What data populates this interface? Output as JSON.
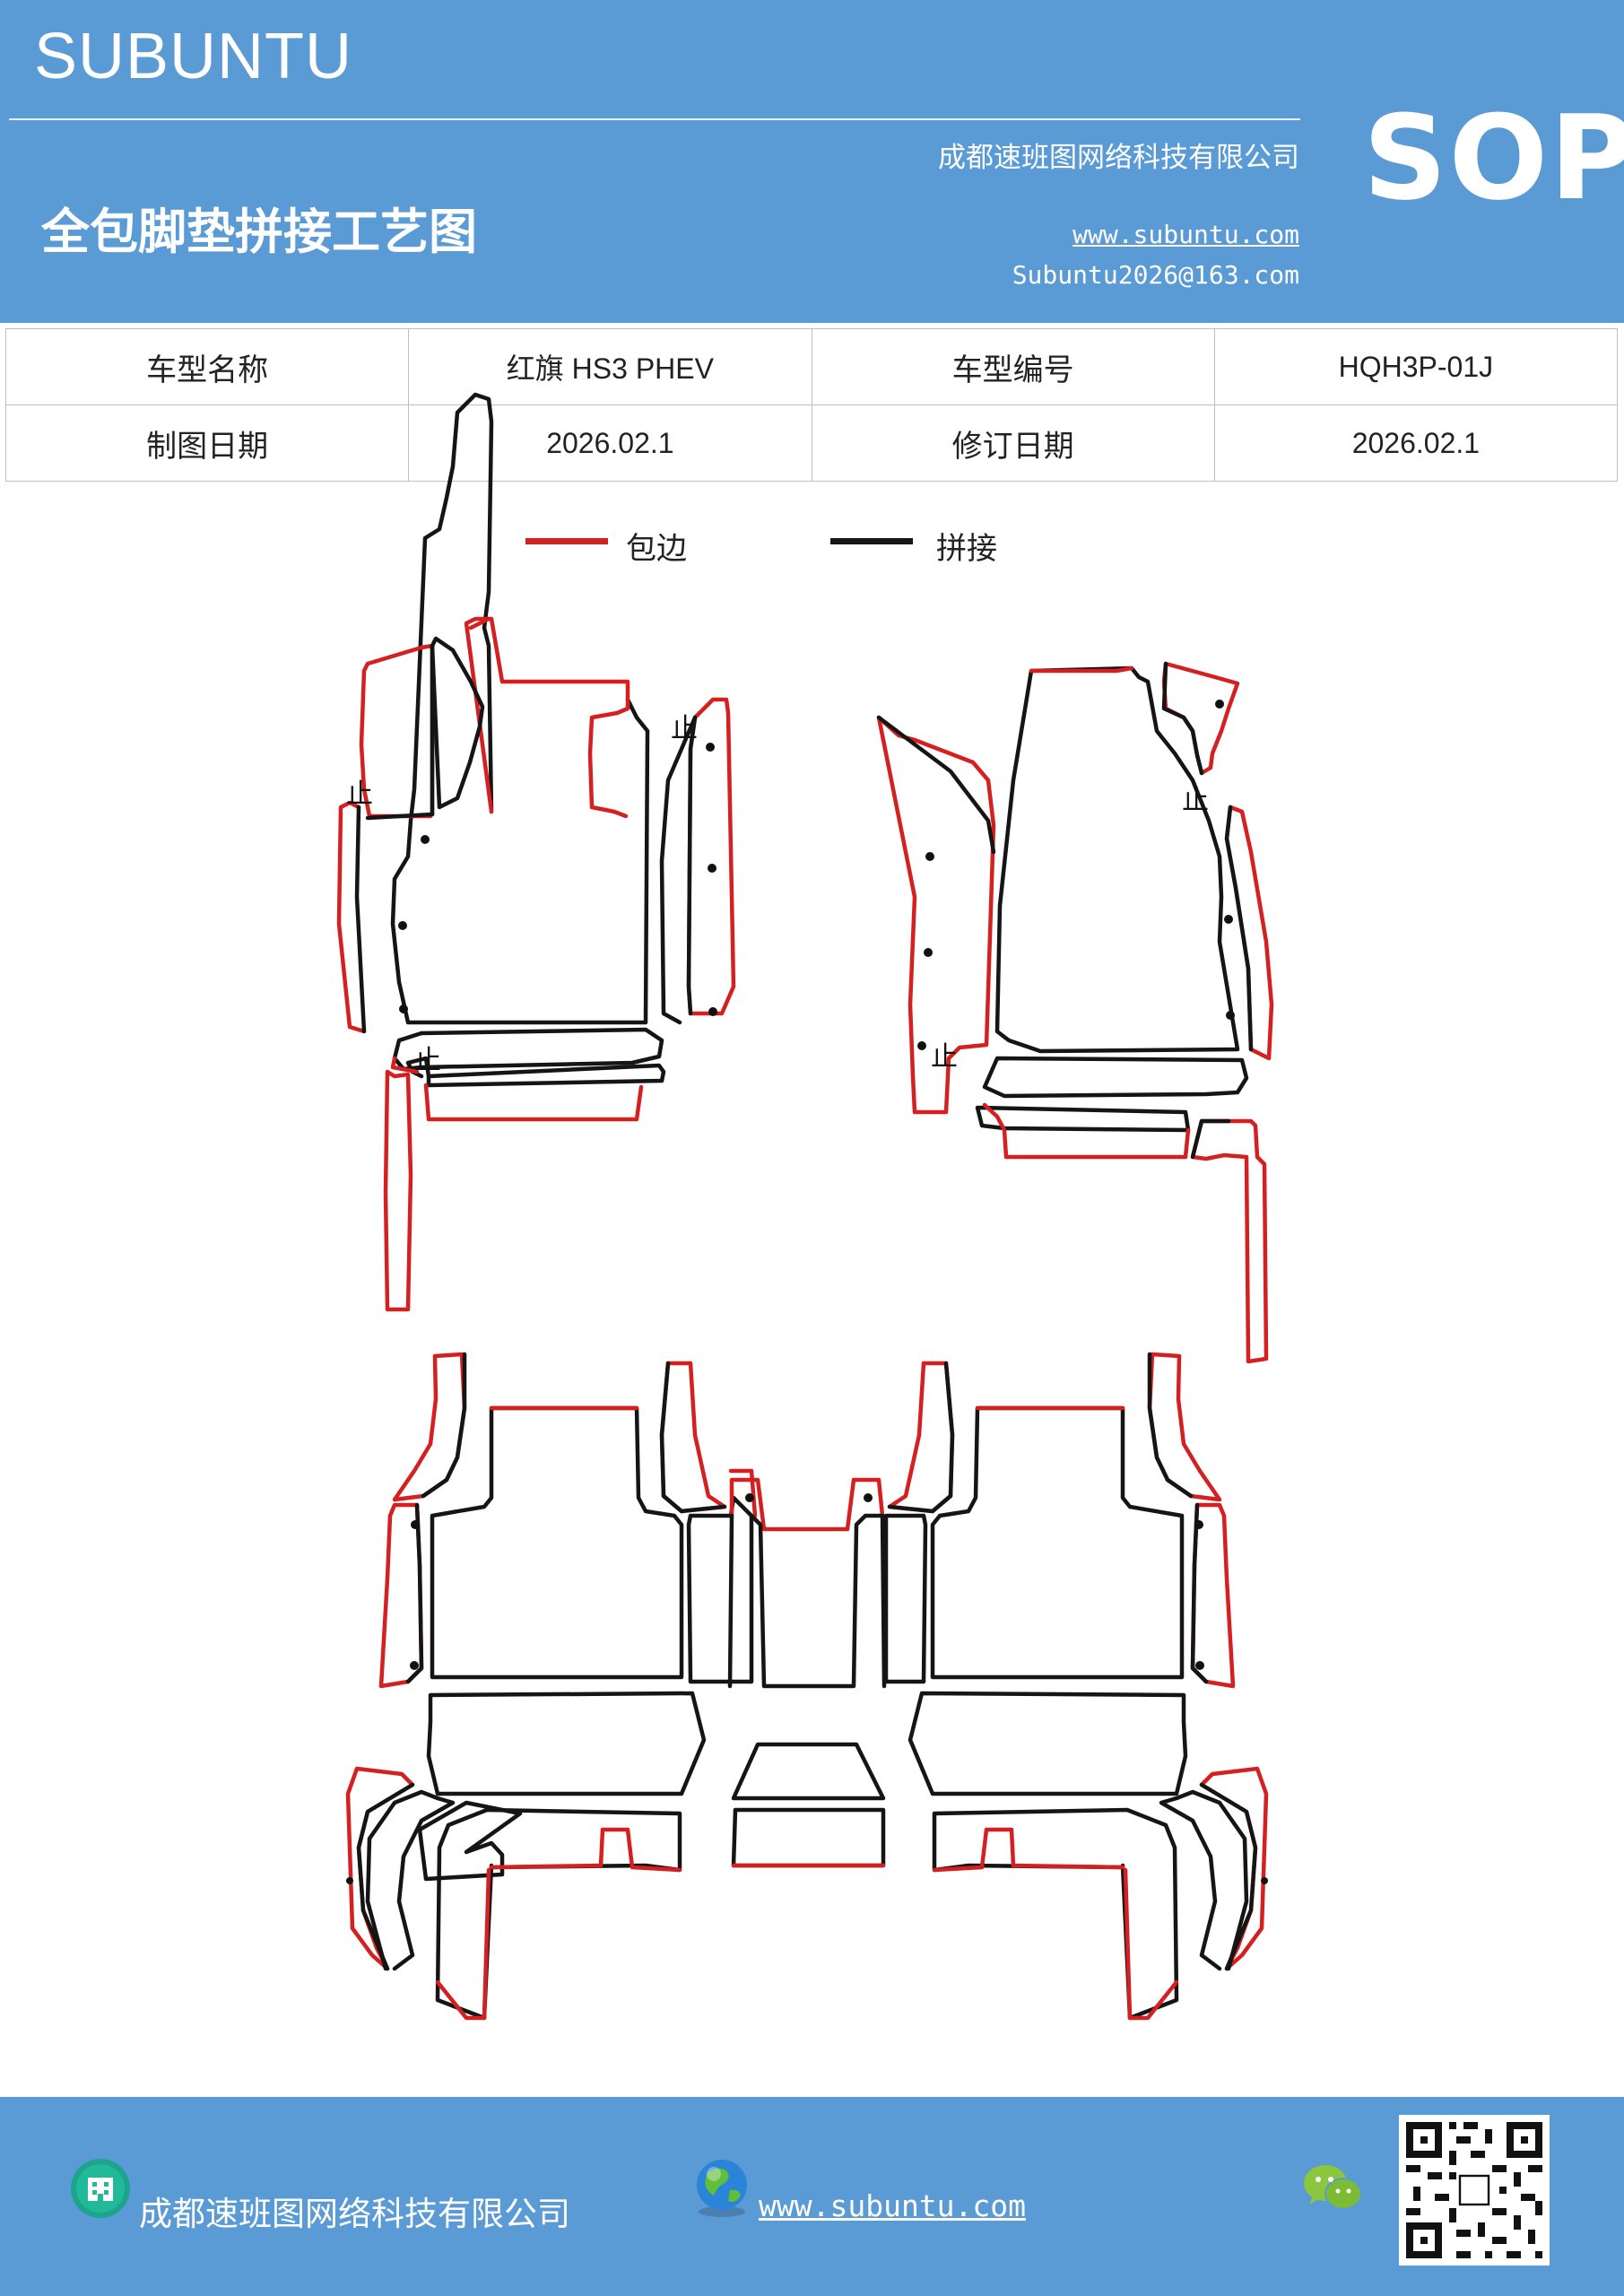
{
  "header": {
    "brand": "SUBUNTU",
    "company": "成都速班图网络科技有限公司",
    "title": "全包脚垫拼接工艺图",
    "website": "www.subuntu.com",
    "email": "Subuntu2026@163.com",
    "badge": "SOP"
  },
  "info_table": {
    "row1": {
      "label1": "车型名称",
      "value1": "红旗 HS3  PHEV",
      "label2": "车型编号",
      "value2": "HQH3P-01J"
    },
    "row2": {
      "label1": "制图日期",
      "value1": "2026.02.1",
      "label2": "修订日期",
      "value2": "2026.02.1"
    }
  },
  "legend": {
    "edge_label": "包边",
    "edge_color": "#d42020",
    "join_label": "拼接",
    "join_color": "#151515"
  },
  "diagram": {
    "stop_mark": "止"
  },
  "footer": {
    "company": "成都速班图网络科技有限公司",
    "website": "www.subuntu.com ",
    "icons": [
      "building-icon",
      "globe-icon",
      "wechat-icon",
      "qr-code"
    ]
  },
  "colors": {
    "header_bg": "#5b9bd5",
    "footer_bg": "#5b9bd5"
  }
}
